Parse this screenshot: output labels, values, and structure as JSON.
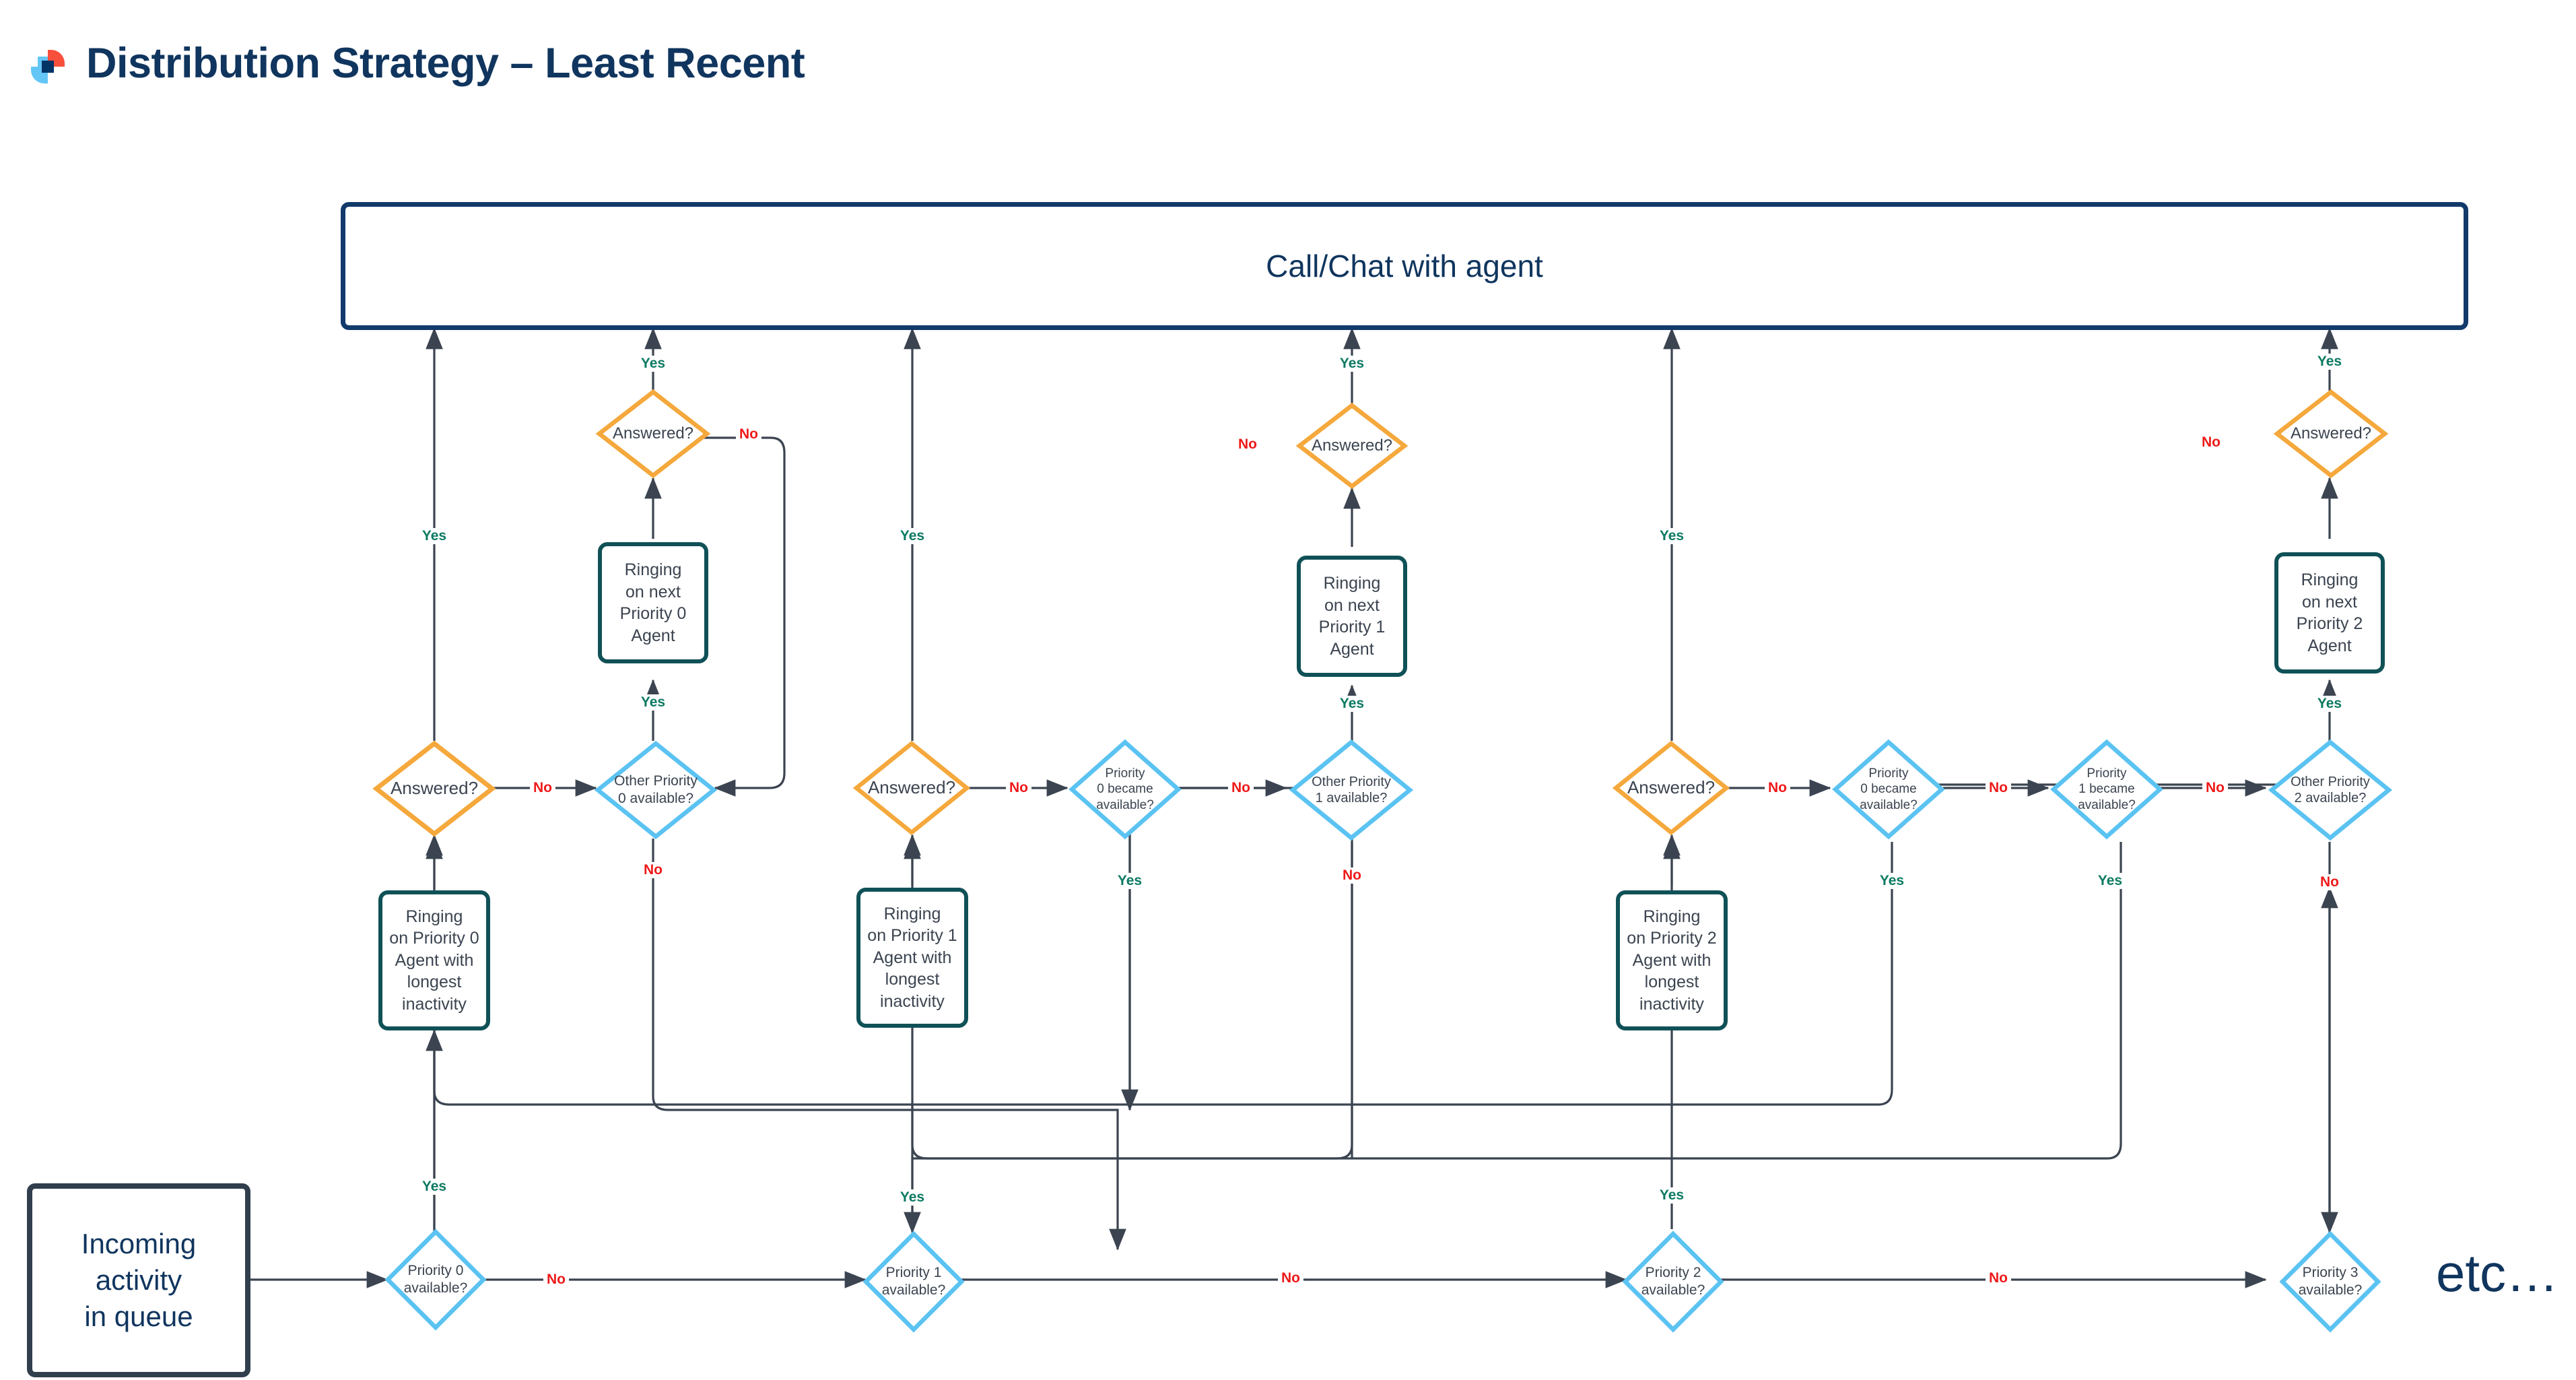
{
  "header": {
    "title": "Distribution Strategy – Least Recent",
    "logo_name": "company-logo"
  },
  "colors": {
    "title": "#10355e",
    "top_box_border": "#123a6b",
    "start_box_border": "#303e4d",
    "process_border": "#0f5157",
    "decision_orange": "#f5a83c",
    "decision_blue": "#5bc3f2",
    "yes_label": "#0c7a62",
    "no_label": "#ef1919",
    "connector": "#3b4450",
    "logo_red": "#f9503e",
    "logo_lightblue": "#63c6f5",
    "logo_navy": "#003366"
  },
  "nodes": {
    "call_chat": {
      "label": "Call/Chat with agent",
      "shape": "rounded-rect"
    },
    "incoming": {
      "label": "Incoming\nactivity\nin queue",
      "shape": "rounded-rect"
    },
    "etc": {
      "label": "etc…"
    },
    "p0_available": {
      "label": "Priority 0\navailable?",
      "shape": "diamond"
    },
    "p1_available": {
      "label": "Priority 1\navailable?",
      "shape": "diamond"
    },
    "p2_available": {
      "label": "Priority 2\navailable?",
      "shape": "diamond"
    },
    "p3_available": {
      "label": "Priority 3\navailable?",
      "shape": "diamond"
    },
    "ring_p0_longest": {
      "label": "Ringing\non Priority 0\nAgent with\nlongest\ninactivity",
      "shape": "rounded-rect"
    },
    "ring_p1_longest": {
      "label": "Ringing\non Priority 1\nAgent with\nlongest\ninactivity",
      "shape": "rounded-rect"
    },
    "ring_p2_longest": {
      "label": "Ringing\non Priority 2\nAgent with\nlongest\ninactivity",
      "shape": "rounded-rect"
    },
    "answered_0a": {
      "label": "Answered?",
      "shape": "diamond"
    },
    "answered_0b": {
      "label": "Answered?",
      "shape": "diamond"
    },
    "answered_1a": {
      "label": "Answered?",
      "shape": "diamond"
    },
    "answered_1b": {
      "label": "Answered?",
      "shape": "diamond"
    },
    "answered_2a": {
      "label": "Answered?",
      "shape": "diamond"
    },
    "answered_2b": {
      "label": "Answered?",
      "shape": "diamond"
    },
    "other_p0_available": {
      "label": "Other Priority\n0 available?",
      "shape": "diamond"
    },
    "other_p1_available": {
      "label": "Other Priority\n1 available?",
      "shape": "diamond"
    },
    "other_p2_available": {
      "label": "Other Priority\n2 available?",
      "shape": "diamond"
    },
    "p0_became_a": {
      "label": "Priority\n0 became\navailable?",
      "shape": "diamond"
    },
    "p0_became_b": {
      "label": "Priority\n0 became\navailable?",
      "shape": "diamond"
    },
    "p1_became": {
      "label": "Priority\n1 became\navailable?",
      "shape": "diamond"
    },
    "ring_next_p0": {
      "label": "Ringing\non next\nPriority 0\nAgent",
      "shape": "rounded-rect"
    },
    "ring_next_p1": {
      "label": "Ringing\non next\nPriority 1\nAgent",
      "shape": "rounded-rect"
    },
    "ring_next_p2": {
      "label": "Ringing\non next\nPriority 2\nAgent",
      "shape": "rounded-rect"
    }
  },
  "edge_labels": {
    "yes": "Yes",
    "no": "No",
    "l_p0_avail_yes": "Yes",
    "l_p0_avail_no": "No",
    "l_p1_avail_yes": "Yes",
    "l_p1_avail_no": "No",
    "l_p2_avail_yes": "Yes",
    "l_p2_avail_no": "No",
    "l_ans0a_yes": "Yes",
    "l_ans0a_no": "No",
    "l_ans0b_yes": "Yes",
    "l_ans0b_no": "No",
    "l_ans1a_yes": "Yes",
    "l_ans1a_no": "No",
    "l_ans1b_yes": "Yes",
    "l_ans1b_no": "No",
    "l_ans2a_yes": "Yes",
    "l_ans2a_no": "No",
    "l_ans2b_yes": "Yes",
    "l_ans2b_no": "No",
    "l_otherp0_yes": "Yes",
    "l_otherp0_no": "No",
    "l_otherp1_no": "No",
    "l_otherp2_no": "No",
    "l_p0became_a_yes": "Yes",
    "l_p0became_a_no": "No",
    "l_p0became_b_yes": "Yes",
    "l_p0became_b_no": "No",
    "l_p1became_yes": "Yes",
    "l_p1became_no": "No",
    "l_nextp1_yes": "Yes",
    "l_nextp2_yes": "Yes"
  }
}
